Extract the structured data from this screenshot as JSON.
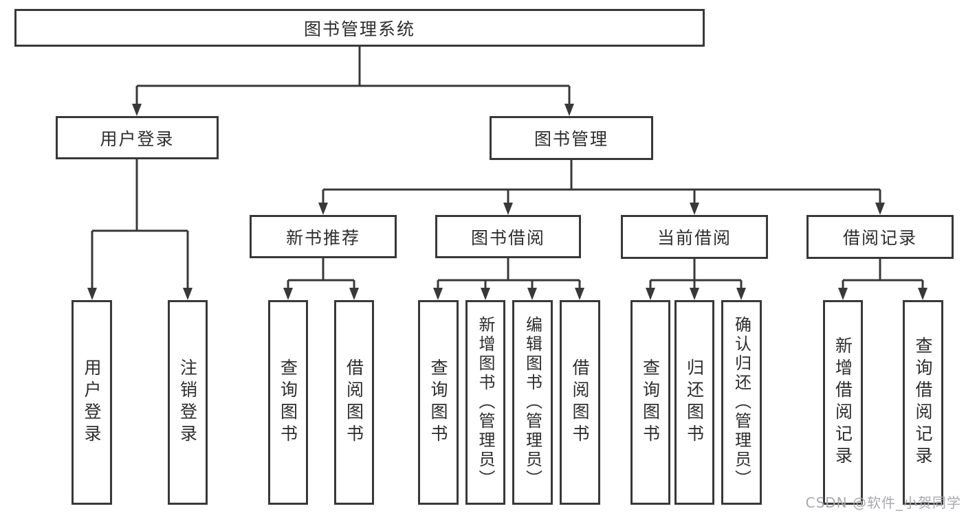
{
  "diagram": {
    "root": {
      "label": "图书管理系统"
    },
    "level2": [
      {
        "id": "user-login",
        "label": "用户登录"
      },
      {
        "id": "book-management",
        "label": "图书管理"
      }
    ],
    "level3": [
      {
        "id": "new-book-recommend",
        "parent": "图书管理",
        "label": "新书推荐"
      },
      {
        "id": "book-borrowing",
        "parent": "图书管理",
        "label": "图书借阅"
      },
      {
        "id": "current-borrowing",
        "parent": "图书管理",
        "label": "当前借阅"
      },
      {
        "id": "borrowing-records",
        "parent": "图书管理",
        "label": "借阅记录"
      }
    ],
    "leaves": [
      {
        "parent": "用户登录",
        "label": "用户登录"
      },
      {
        "parent": "用户登录",
        "label": "注销登录"
      },
      {
        "parent": "新书推荐",
        "label": "查询图书"
      },
      {
        "parent": "新书推荐",
        "label": "借阅图书"
      },
      {
        "parent": "图书借阅",
        "label": "查询图书"
      },
      {
        "parent": "图书借阅",
        "label": "新增图书（管理员）"
      },
      {
        "parent": "图书借阅",
        "label": "编辑图书（管理员）"
      },
      {
        "parent": "图书借阅",
        "label": "借阅图书"
      },
      {
        "parent": "当前借阅",
        "label": "查询图书"
      },
      {
        "parent": "当前借阅",
        "label": "归还图书"
      },
      {
        "parent": "当前借阅",
        "label": "确认归还（管理员）"
      },
      {
        "parent": "借阅记录",
        "label": "新增借阅记录"
      },
      {
        "parent": "借阅记录",
        "label": "查询借阅记录"
      }
    ],
    "watermark": "CSDN @软件_小贺同学",
    "colors": {
      "line": "#383838",
      "text": "#2d2d2d",
      "watermark": "#a8a9ad",
      "background": "#ffffff"
    }
  }
}
